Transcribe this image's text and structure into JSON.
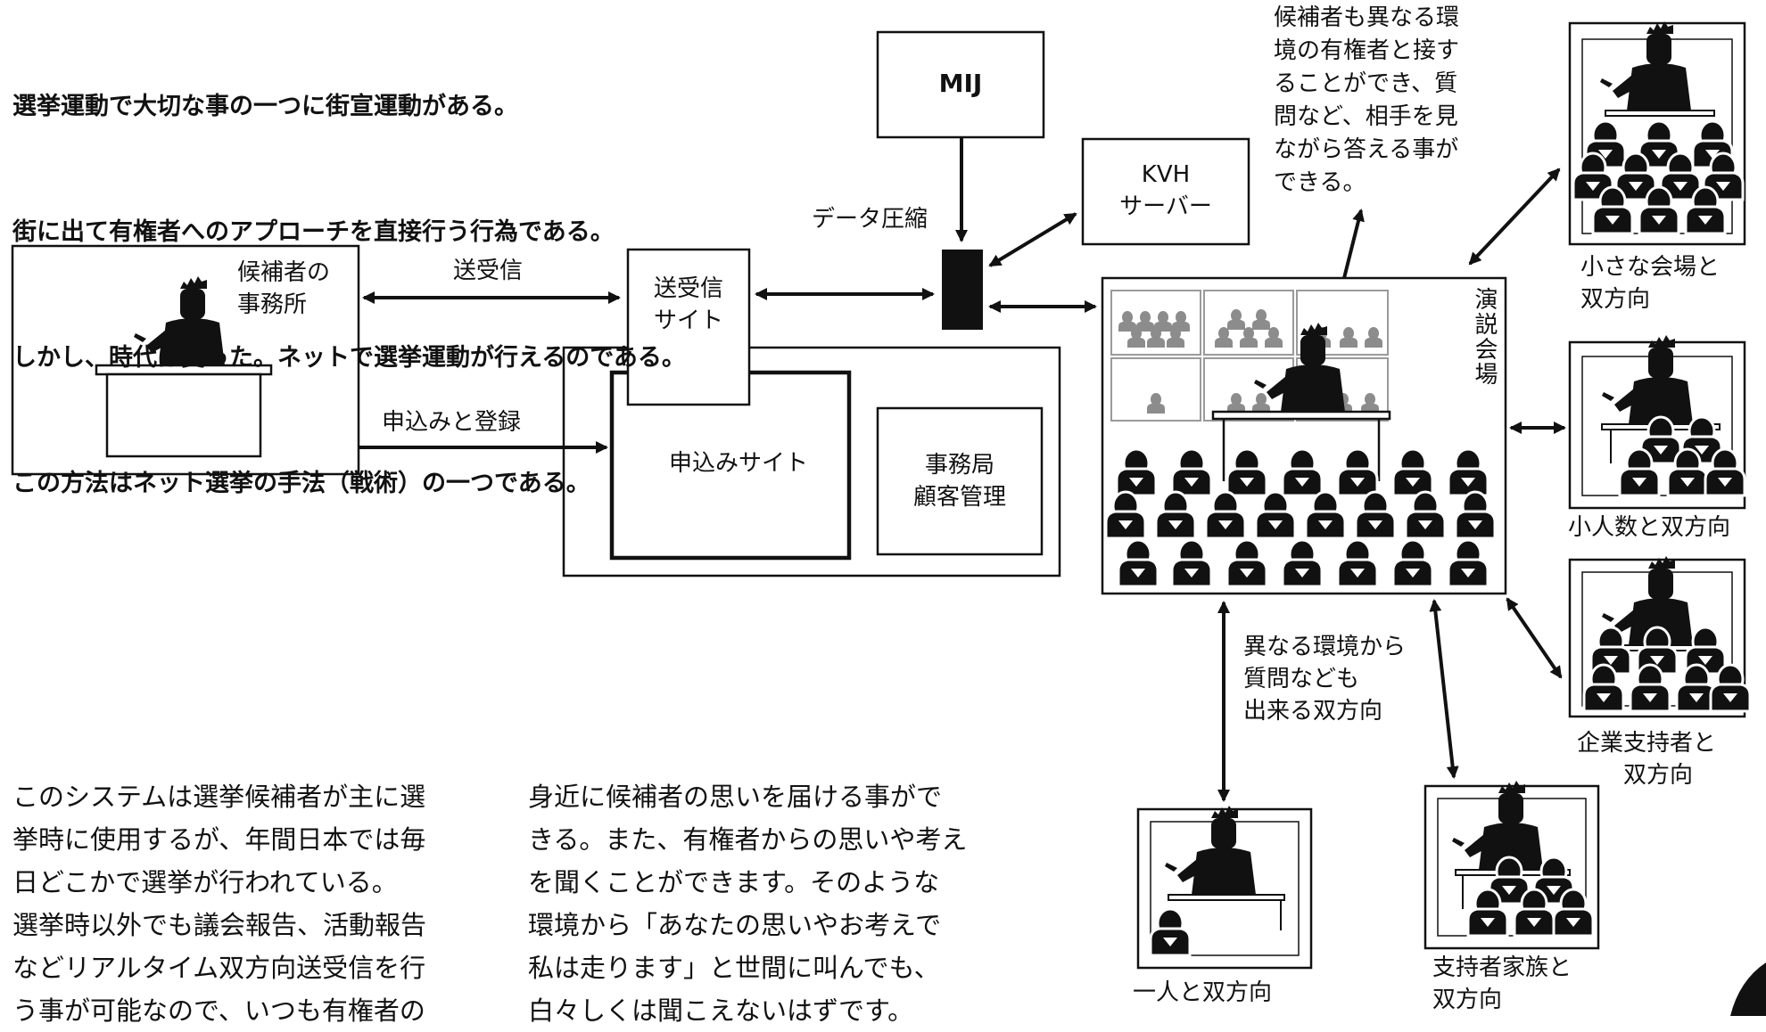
{
  "intro": {
    "lines": [
      "選挙運動で大切な事の一つに街宣運動がある。",
      "街に出て有権者へのアプローチを直接行う行為である。",
      "しかし、時代は変った。ネットで選挙運動が行えるのである。",
      "この方法はネット選挙の手法（戦術）の一つである。"
    ]
  },
  "diagram": {
    "office_label": "候補者の\n事務所",
    "send_receive_arrow_label": "送受信",
    "apply_arrow_label": "申込みと登録",
    "send_site_label": "送受信\nサイト",
    "apply_site_label": "申込みサイト",
    "secretariat_label": "事務局\n顧客管理",
    "data_compression_label": "データ圧縮",
    "mij_label": "MIJ",
    "kvh_label": "KVH\nサーバー",
    "venue_label": "演説会場",
    "small_venue_label": "小さな会場と\n双方向",
    "few_people_label": "小人数と双方向",
    "corporate_label": "企業支持者と\n　　双方向",
    "family_label": "支持者家族と\n双方向",
    "one_person_label": "一人と双方向",
    "question_label": "異なる環境から\n質問なども\n出来る双方向",
    "candidate_note": "候補者も異なる環\n境の有権者と接す\nることができ、質\n問など、相手を見\nながら答える事が\nできる。"
  },
  "body": {
    "left": "このシステムは選挙候補者が主に選\n挙時に使用するが、年間日本では毎\n日どこかで選挙が行われている。\n選挙時以外でも議会報告、活動報告\nなどリアルタイム双方向送受信を行\nう事が可能なので、いつも有権者の",
    "right": "身近に候補者の思いを届ける事がで\nきる。また、有権者からの思いや考え\nを聞くことができます。そのような\n環境から「あなたの思いやお考えで\n私は走ります」と世間に叫んでも、\n白々しくは聞こえないはずです。"
  },
  "colors": {
    "ink": "#111111",
    "frame_gray": "#9a9a9a",
    "tile_figure": "#8c8c8c"
  }
}
